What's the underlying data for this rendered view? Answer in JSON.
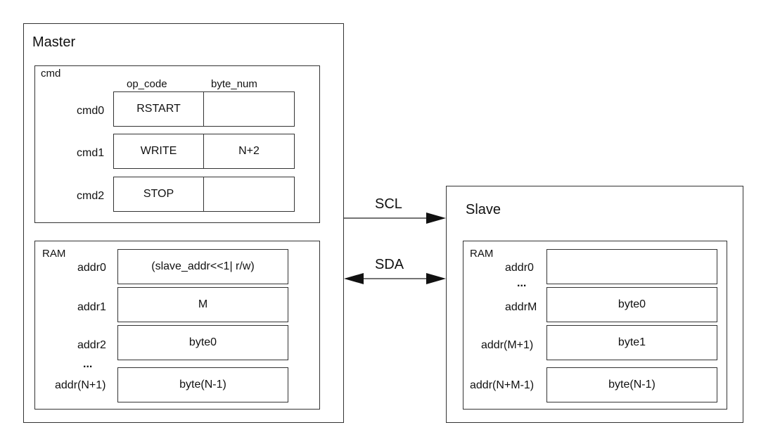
{
  "master": {
    "title": "Master",
    "cmd": {
      "title": "cmd",
      "columns": [
        "op_code",
        "byte_num"
      ],
      "rows": [
        {
          "label": "cmd0",
          "op_code": "RSTART",
          "byte_num": ""
        },
        {
          "label": "cmd1",
          "op_code": "WRITE",
          "byte_num": "N+2"
        },
        {
          "label": "cmd2",
          "op_code": "STOP",
          "byte_num": ""
        }
      ]
    },
    "ram": {
      "title": "RAM",
      "rows": [
        {
          "label": "addr0",
          "value": "(slave_addr<<1| r/w)"
        },
        {
          "label": "addr1",
          "value": "M"
        },
        {
          "label": "addr2",
          "value": "byte0"
        },
        {
          "label": "addr(N+1)",
          "value": "byte(N-1)"
        }
      ],
      "ellipsis": "..."
    }
  },
  "slave": {
    "title": "Slave",
    "ram": {
      "title": "RAM",
      "rows": [
        {
          "label": "addr0",
          "value": ""
        },
        {
          "label": "addrM",
          "value": "byte0"
        },
        {
          "label": "addr(M+1)",
          "value": "byte1"
        },
        {
          "label": "addr(N+M-1)",
          "value": "byte(N-1)"
        }
      ],
      "ellipsis": "..."
    }
  },
  "signals": {
    "scl": "SCL",
    "sda": "SDA"
  }
}
